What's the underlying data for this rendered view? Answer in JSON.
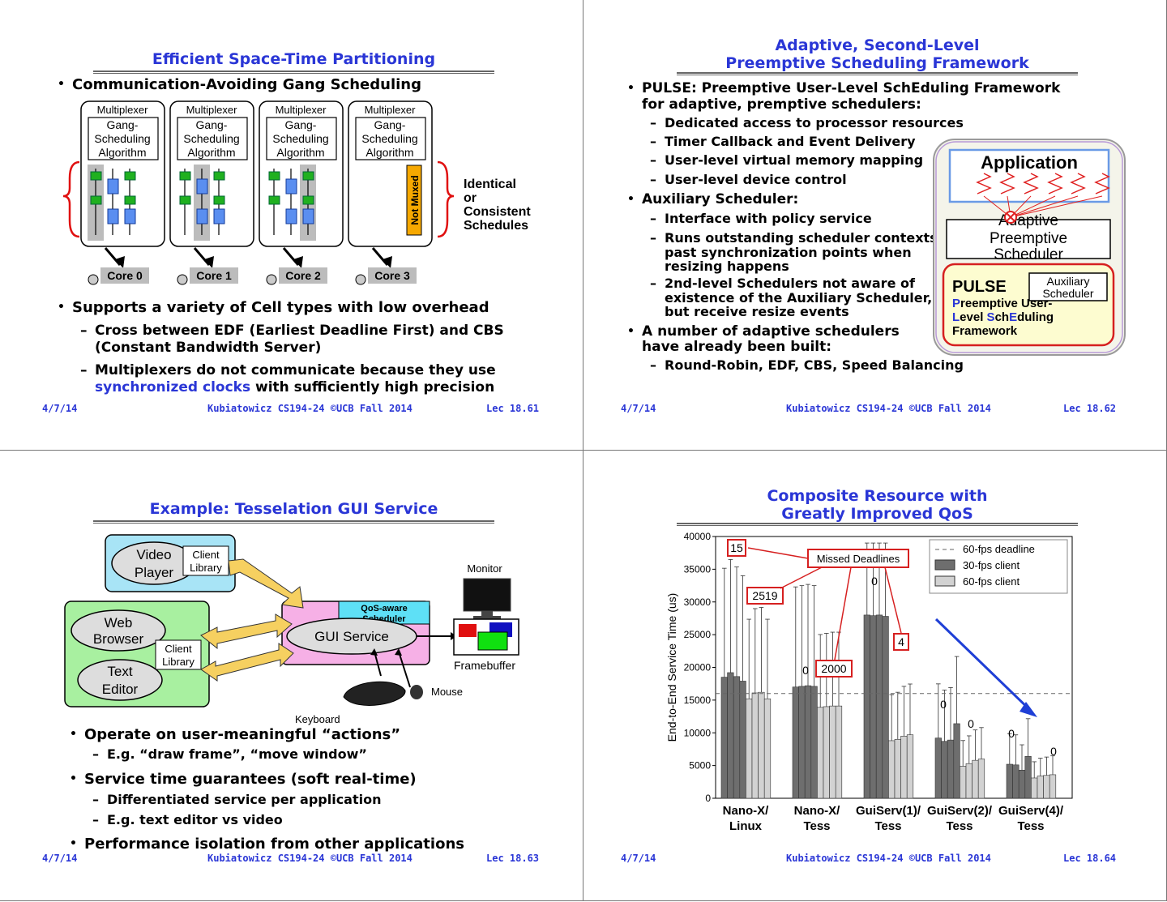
{
  "footer": {
    "date": "4/7/14",
    "course": "Kubiatowicz CS194-24 ©UCB Fall 2014"
  },
  "slide1": {
    "title": "Efficient Space-Time Partitioning",
    "lec": "Lec 18.61",
    "bullet1": "Communication-Avoiding Gang Scheduling",
    "mux_label": "Multiplexer",
    "alg_label": [
      "Gang-",
      "Scheduling",
      "Algorithm"
    ],
    "not_muxed": "Not Muxed",
    "side_label": [
      "Identical",
      "or",
      "Consistent",
      "Schedules"
    ],
    "cores": [
      "Core 0",
      "Core 1",
      "Core 2",
      "Core 3"
    ],
    "clock_icon": "clock-icon",
    "bullet2": "Supports a variety of Cell types with low overhead",
    "sub1a": "Cross between EDF (Earliest Deadline First) and CBS",
    "sub1b": "(Constant Bandwidth Server)",
    "sub2a": "Multiplexers do not communicate because they use",
    "sub2b_blue": "synchronized clocks",
    "sub2b_rest": " with sufficiently high precision"
  },
  "slide2": {
    "title1": "Adaptive, Second-Level",
    "title2": "Preemptive Scheduling Framework",
    "lec": "Lec 18.62",
    "b1a": "PULSE: Preemptive User-Level SchEduling Framework",
    "b1b": "for adaptive, premptive schedulers:",
    "s1": "Dedicated access to processor resources",
    "s2": "Timer Callback and Event Delivery",
    "s3": "User-level virtual memory mapping",
    "s4": "User-level device control",
    "b2": "Auxiliary Scheduler:",
    "s5": "Interface with policy service",
    "s6a": "Runs outstanding scheduler contexts",
    "s6b": "past synchronization points when",
    "s6c": "resizing happens",
    "s7a": "2nd-level Schedulers not aware of",
    "s7b": "existence of the Auxiliary Scheduler,",
    "s7c": "but receive resize events",
    "b3a": "A number of adaptive schedulers",
    "b3b": "have already been built:",
    "s8": "Round-Robin, EDF, CBS, Speed Balancing",
    "diagram": {
      "application": "Application",
      "adaptive": [
        "Adaptive",
        "Preemptive",
        "Scheduler"
      ],
      "pulse": "PULSE",
      "aux": [
        "Auxiliary",
        "Scheduler"
      ],
      "pulse_l1_hl": "P",
      "pulse_l1": "reemptive User-",
      "pulse_l2_h1": "L",
      "pulse_l2_a": "evel ",
      "pulse_l2_h2": "S",
      "pulse_l2_b": "ch",
      "pulse_l2_h3": "E",
      "pulse_l2_c": "duling",
      "pulse_l3": "Framework"
    }
  },
  "slide3": {
    "title": "Example: Tesselation GUI Service",
    "lec": "Lec 18.63",
    "video": [
      "Video",
      "Player"
    ],
    "client_lib": [
      "Client",
      "Library"
    ],
    "web": [
      "Web",
      "Browser"
    ],
    "text_editor": [
      "Text",
      "Editor"
    ],
    "gui_service": "GUI Service",
    "qos": [
      "QoS-aware",
      "Scheduler"
    ],
    "monitor": "Monitor",
    "framebuffer": "Framebuffer",
    "mouse": "Mouse",
    "keyboard": "Keyboard",
    "b1": "Operate on user-meaningful “actions”",
    "s1": "E.g. “draw frame”, “move window”",
    "b2": "Service time guarantees (soft real-time)",
    "s2": "Differentiated service per application",
    "s3": "E.g. text editor vs video",
    "b3": "Performance isolation from other applications"
  },
  "slide4": {
    "title1": "Composite Resource with",
    "title2": "Greatly Improved QoS",
    "lec": "Lec 18.64",
    "missed": "Missed Deadlines",
    "annot": [
      "15",
      "2519",
      "0",
      "2000",
      "0",
      "4",
      "0",
      "0",
      "0",
      "0"
    ],
    "bar_shades": {
      "dark": "#6e6e6e",
      "light": "#d2d2d2",
      "deadline": "#666666",
      "arrow": "#1f3fd6",
      "annot": "#d62020"
    }
  },
  "chart_data": {
    "type": "bar",
    "ylabel": "End-to-End Service Time (us)",
    "xlabel": "",
    "ylim": [
      0,
      40000
    ],
    "yticks": [
      0,
      5000,
      10000,
      15000,
      20000,
      25000,
      30000,
      35000,
      40000
    ],
    "categories": [
      "Nano-X/\nLinux",
      "Nano-X/\nTess",
      "GuiServ(1)/\nTess",
      "GuiServ(2)/\nTess",
      "GuiServ(4)/\nTess"
    ],
    "category_lines": [
      [
        "Nano-X/",
        "Linux"
      ],
      [
        "Nano-X/",
        "Tess"
      ],
      [
        "GuiServ(1)/",
        "Tess"
      ],
      [
        "GuiServ(2)/",
        "Tess"
      ],
      [
        "GuiServ(4)/",
        "Tess"
      ]
    ],
    "deadline": 16000,
    "series": [
      {
        "name": "30-fps client",
        "values": [
          [
            18500,
            19200,
            18600,
            17900
          ],
          [
            17000,
            17100,
            17200,
            17100
          ],
          [
            28000,
            27900,
            28000,
            27800
          ],
          [
            9200,
            8700,
            8900,
            11400
          ],
          [
            5200,
            5100,
            4300,
            6400
          ]
        ]
      },
      {
        "name": "60-fps client",
        "values": [
          [
            15200,
            16100,
            16200,
            15200
          ],
          [
            13900,
            14000,
            14100,
            14100
          ],
          [
            8800,
            9000,
            9500,
            9700
          ],
          [
            4900,
            5300,
            5800,
            6000
          ],
          [
            3100,
            3400,
            3500,
            3600
          ]
        ]
      }
    ],
    "legend": [
      "60-fps deadline",
      "30-fps client",
      "60-fps client"
    ],
    "legend_position": "top-right"
  }
}
